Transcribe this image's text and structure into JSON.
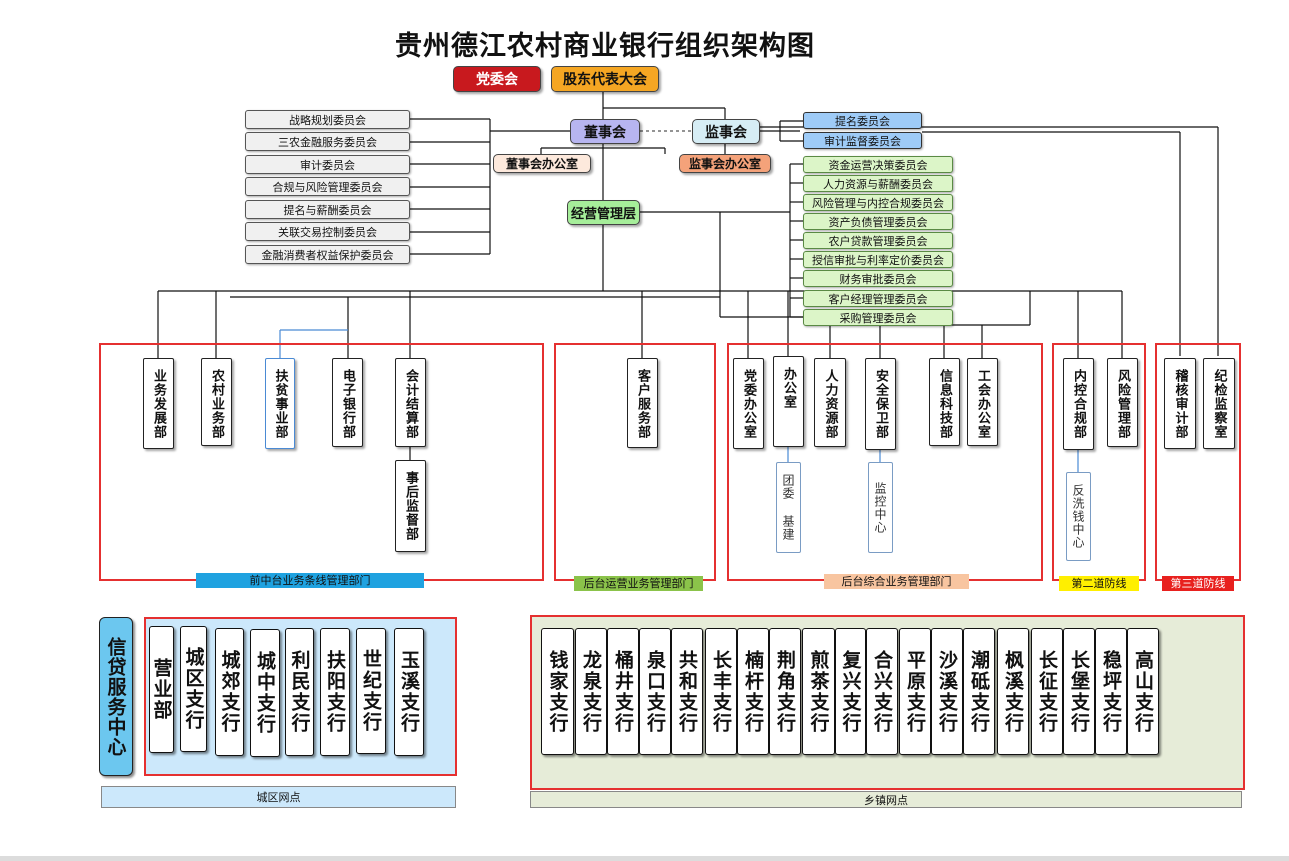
{
  "title": "贵州德江农村商业银行组织架构图",
  "top": {
    "party_committee": "党委会",
    "shareholders_meeting": "股东代表大会",
    "board": "董事会",
    "supervisory_board": "监事会",
    "board_office": "董事会办公室",
    "supervisory_office": "监事会办公室",
    "management": "经营管理层"
  },
  "board_committees": [
    "战略规划委员会",
    "三农金融服务委员会",
    "审计委员会",
    "合规与风险管理委员会",
    "提名与薪酬委员会",
    "关联交易控制委员会",
    "金融消费者权益保护委员会"
  ],
  "supervisory_committees": [
    "提名委员会",
    "审计监督委员会"
  ],
  "management_committees": [
    "资金运营决策委员会",
    "人力资源与薪酬委员会",
    "风险管理与内控合规委员会",
    "资产负债管理委员会",
    "农户贷款管理委员会",
    "授信审批与利率定价委员会",
    "财务审批委员会",
    "客户经理管理委员会",
    "采购管理委员会"
  ],
  "groups": {
    "front": {
      "label": "前中台业务条线管理部门",
      "depts": [
        "业务发展部",
        "农村业务部",
        "扶贫事业部",
        "电子银行部",
        "会计结算部"
      ],
      "sub": "事后监督部"
    },
    "back_ops": {
      "label": "后台运营业务管理部门",
      "depts": [
        "客户服务部"
      ]
    },
    "back_general": {
      "label": "后台综合业务管理部门",
      "depts": [
        "党委办公室",
        "办公室",
        "人力资源部",
        "安全保卫部",
        "信息科技部",
        "工会办公室"
      ],
      "subs": [
        "团委 基建",
        "监控中心"
      ]
    },
    "line2": {
      "label": "第二道防线",
      "depts": [
        "内控合规部",
        "风险管理部"
      ],
      "sub": "反洗钱中心"
    },
    "line3": {
      "label": "第三道防线",
      "depts": [
        "稽核审计部",
        "纪检监察室"
      ]
    }
  },
  "credit_center": "信贷服务中心",
  "city_branches": [
    "营业部",
    "城区支行",
    "城郊支行",
    "城中支行",
    "利民支行",
    "扶阳支行",
    "世纪支行",
    "玉溪支行"
  ],
  "city_label": "城区网点",
  "town_branches": [
    "钱家支行",
    "龙泉支行",
    "桶井支行",
    "泉口支行",
    "共和支行",
    "长丰支行",
    "楠杆支行",
    "荆角支行",
    "煎茶支行",
    "复兴支行",
    "合兴支行",
    "平原支行",
    "沙溪支行",
    "潮砥支行",
    "枫溪支行",
    "长征支行",
    "长堡支行",
    "稳坪支行",
    "高山支行"
  ],
  "town_label": "乡镇网点",
  "colors": {
    "party": "#c8191e",
    "shareholders": "#f5a623",
    "board": "#b7b5f0",
    "supervisory": "#d6edf5",
    "board_office": "#fde9dc",
    "supervisory_office": "#f4a27a",
    "management": "#a6ee9a",
    "front_label": "#1fa2e0",
    "back_ops_label": "#8bc34a",
    "back_general_label": "#f8c5a0",
    "line2_label": "#ffef00",
    "line3_label": "#e8201e",
    "group_border": "#e53030",
    "city_panel": "#cce8fb",
    "town_panel": "#e6ecd8"
  }
}
